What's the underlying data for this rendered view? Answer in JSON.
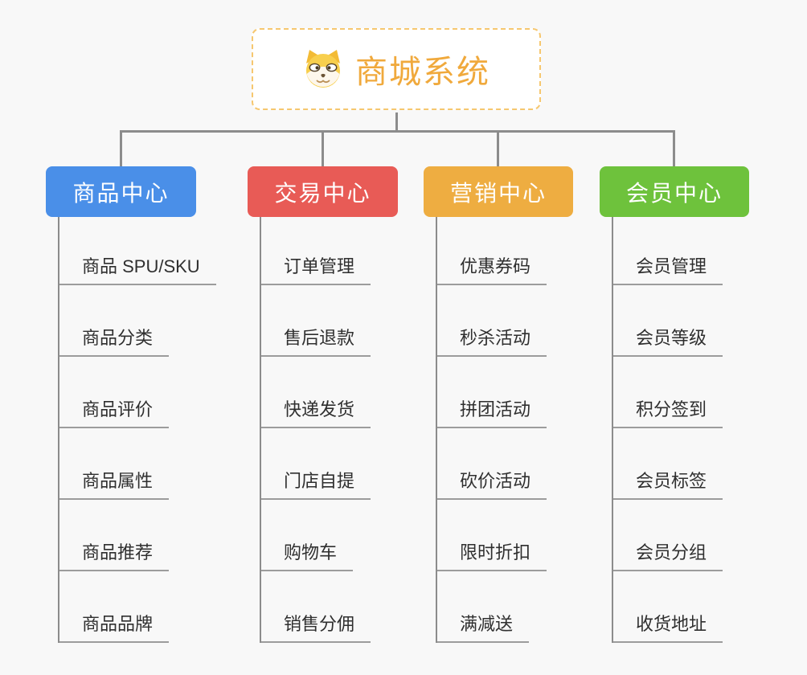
{
  "canvas": {
    "background": "#f8f8f8",
    "connector_color": "#8c8c8c",
    "underline_color": "#9c9c9c",
    "leaf_text_color": "#2f2f2f"
  },
  "root": {
    "title": "商城系统",
    "icon": "dog-face-icon",
    "text_color": "#f0a93c",
    "border_color": "#f6c76f",
    "background": "#ffffff"
  },
  "branches": [
    {
      "label": "商品中心",
      "color": "#4a8fe8",
      "children": [
        "商品 SPU/SKU",
        "商品分类",
        "商品评价",
        "商品属性",
        "商品推荐",
        "商品品牌"
      ]
    },
    {
      "label": "交易中心",
      "color": "#e85b56",
      "children": [
        "订单管理",
        "售后退款",
        "快递发货",
        "门店自提",
        "购物车",
        "销售分佣"
      ]
    },
    {
      "label": "营销中心",
      "color": "#eead41",
      "children": [
        "优惠券码",
        "秒杀活动",
        "拼团活动",
        "砍价活动",
        "限时折扣",
        "满减送"
      ]
    },
    {
      "label": "会员中心",
      "color": "#6ec23c",
      "children": [
        "会员管理",
        "会员等级",
        "积分签到",
        "会员标签",
        "会员分组",
        "收货地址"
      ]
    }
  ]
}
